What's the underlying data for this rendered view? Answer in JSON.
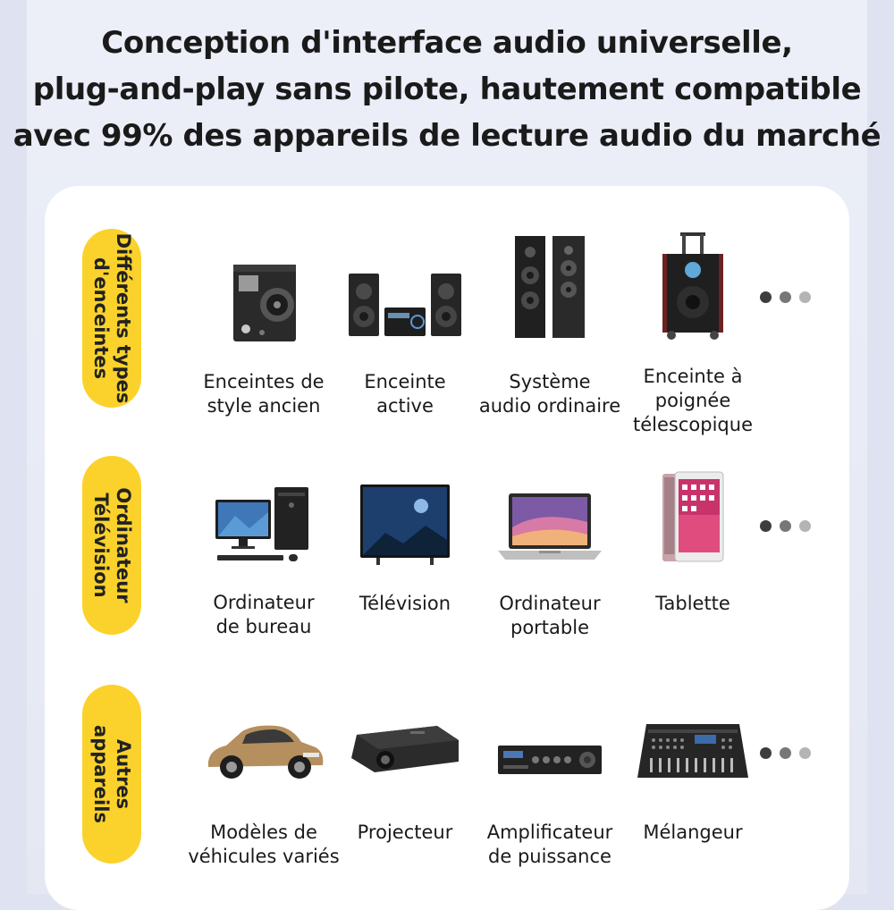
{
  "headline": {
    "line1": "Conception d'interface audio universelle,",
    "line2": "plug-and-play sans pilote, hautement compatible",
    "line3": "avec 99% des appareils de lecture audio du marché"
  },
  "sections": [
    {
      "title_line1": "Différents types",
      "title_line2": "d'enceintes",
      "items": [
        {
          "icon": "vintage-speaker-icon",
          "label_line1": "Enceintes de",
          "label_line2": "style ancien"
        },
        {
          "icon": "active-speaker-icon",
          "label_line1": "Enceinte",
          "label_line2": "active"
        },
        {
          "icon": "tower-speaker-icon",
          "label_line1": "Système",
          "label_line2": "audio ordinaire"
        },
        {
          "icon": "trolley-speaker-icon",
          "label_line1": "Enceinte à",
          "label_line2": "poignée",
          "label_line3": "télescopique"
        }
      ]
    },
    {
      "title_line1": "Ordinateur",
      "title_line2": "Télévision",
      "items": [
        {
          "icon": "desktop-computer-icon",
          "label_line1": "Ordinateur",
          "label_line2": "de bureau"
        },
        {
          "icon": "television-icon",
          "label_line1": "Télévision"
        },
        {
          "icon": "laptop-icon",
          "label_line1": "Ordinateur",
          "label_line2": "portable"
        },
        {
          "icon": "tablet-icon",
          "label_line1": "Tablette"
        }
      ]
    },
    {
      "title_line1": "Autres",
      "title_line2": "appareils",
      "items": [
        {
          "icon": "car-icon",
          "label_line1": "Modèles de",
          "label_line2": "véhicules variés"
        },
        {
          "icon": "projector-icon",
          "label_line1": "Projecteur"
        },
        {
          "icon": "amplifier-icon",
          "label_line1": "Amplificateur",
          "label_line2": "de puissance"
        },
        {
          "icon": "mixer-icon",
          "label_line1": "Mélangeur"
        }
      ]
    }
  ],
  "colors": {
    "pill": "#fbd22b",
    "dot_dark": "#3d3d3d",
    "dot_mid": "#777777",
    "dot_light": "#b4b4b4"
  }
}
